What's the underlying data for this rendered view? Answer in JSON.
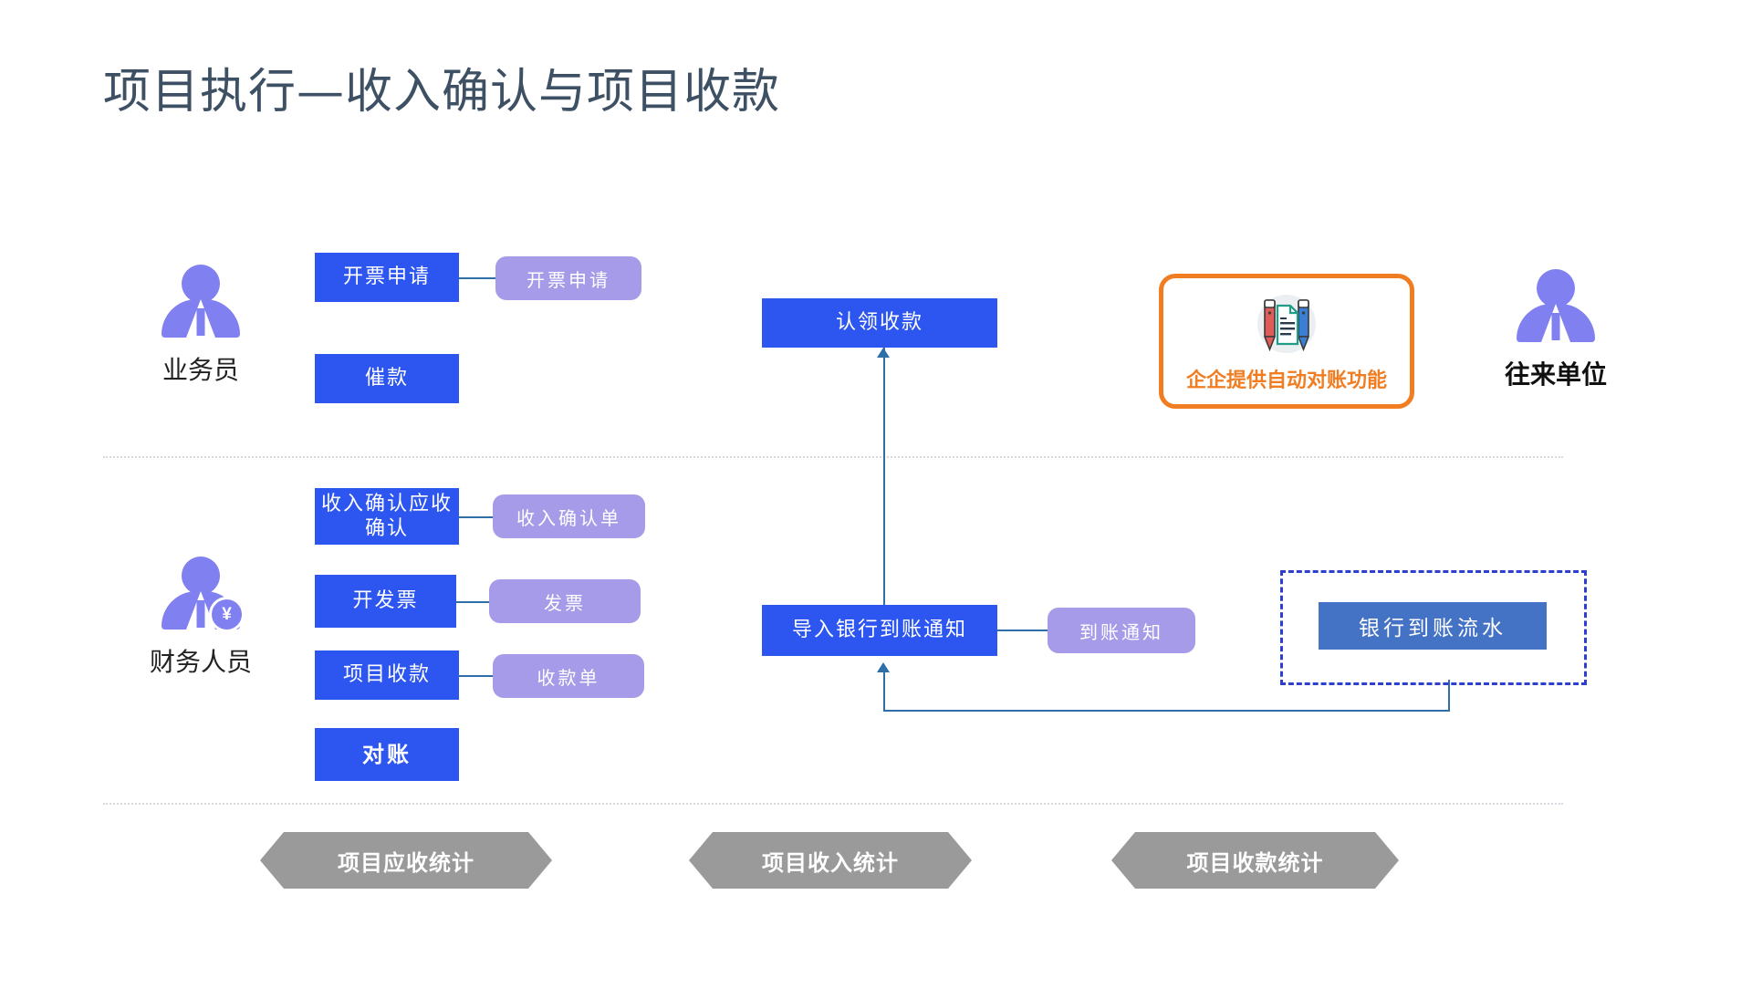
{
  "page": {
    "title": "项目执行—收入确认与项目收款",
    "background": "#ffffff",
    "title_color": "#3e5064"
  },
  "colors": {
    "process_blue": "#2d55f0",
    "document_purple": "#a69be8",
    "flow_blue": "#4472c4",
    "actor_purple": "#8080f0",
    "callout_orange": "#f07d22",
    "dashed_border": "#2b3fd0",
    "connector": "#2e6fa8",
    "hex_gray": "#9a9a9a",
    "lane_divider": "#d6d9de"
  },
  "lanes": [
    {
      "id": "sales",
      "actor": {
        "name": "业务员",
        "icon": "person-icon"
      }
    },
    {
      "id": "finance",
      "actor": {
        "name": "财务人员",
        "icon": "person-with-yen-icon"
      }
    }
  ],
  "right_actor": {
    "name": "往来单位",
    "icon": "person-icon"
  },
  "process_boxes": [
    {
      "id": "invoice-application",
      "label": "开票申请",
      "bold": false
    },
    {
      "id": "payment-reminder",
      "label": "催款",
      "bold": false
    },
    {
      "id": "revenue-confirm-receivable",
      "label": "收入确认应收\n确认",
      "bold": false
    },
    {
      "id": "issue-invoice",
      "label": "开发票",
      "bold": false
    },
    {
      "id": "project-collection",
      "label": "项目收款",
      "bold": false
    },
    {
      "id": "reconciliation",
      "label": "对账",
      "bold": true
    },
    {
      "id": "claim-payment",
      "label": "认领收款",
      "bold": false
    },
    {
      "id": "import-bank-notice",
      "label": "导入银行到账通知",
      "bold": false
    }
  ],
  "document_boxes": [
    {
      "id": "doc-invoice-application",
      "label": "开票申请"
    },
    {
      "id": "doc-revenue-confirm",
      "label": "收入确认单"
    },
    {
      "id": "doc-invoice",
      "label": "发票"
    },
    {
      "id": "doc-receipt",
      "label": "收款单"
    },
    {
      "id": "doc-arrival-notice",
      "label": "到账通知"
    }
  ],
  "flow_boxes": [
    {
      "id": "bank-arrival-flow",
      "label": "银行到账流水"
    }
  ],
  "callout": {
    "text": "企企提供自动对账功能",
    "icon": "pens-and-document-icon"
  },
  "statistics_banners": [
    {
      "id": "stat-receivable",
      "label": "项目应收统计"
    },
    {
      "id": "stat-revenue",
      "label": "项目收入统计"
    },
    {
      "id": "stat-collection",
      "label": "项目收款统计"
    }
  ]
}
